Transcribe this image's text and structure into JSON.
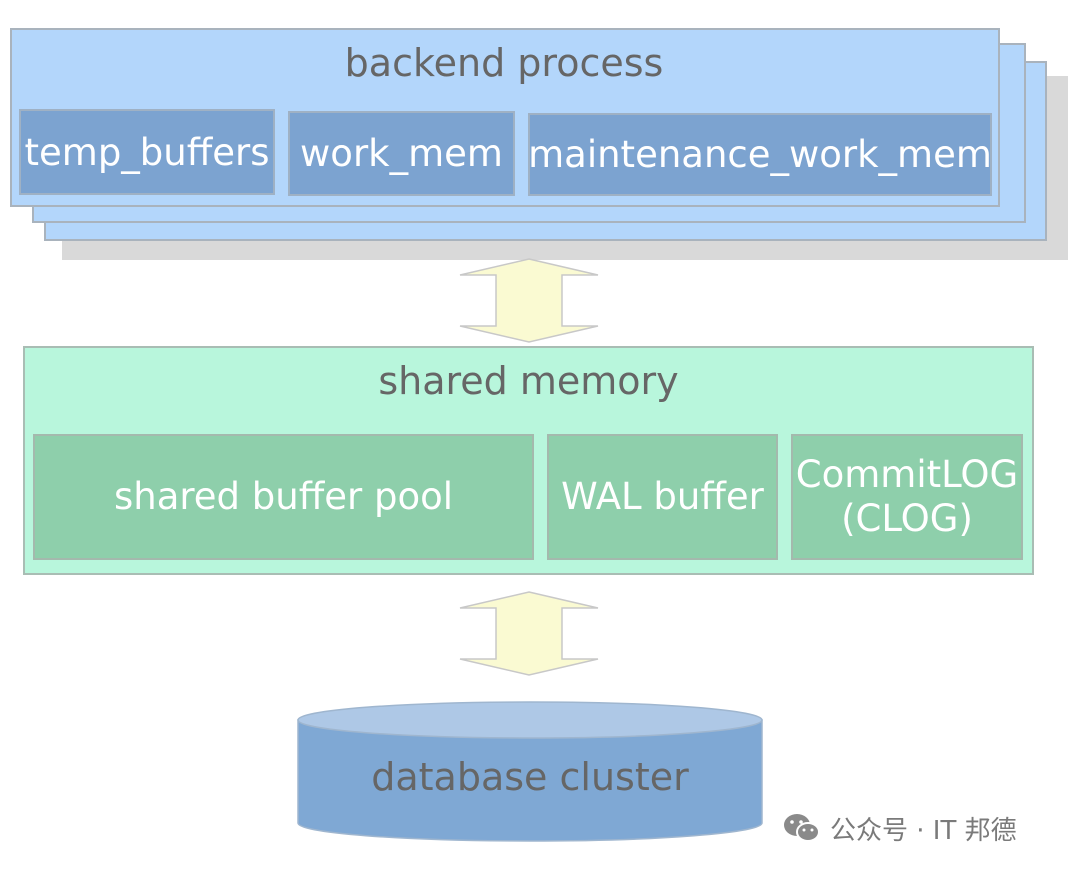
{
  "backend": {
    "title": "backend process",
    "boxes": [
      "temp_buffers",
      "work_mem",
      "maintenance_work_mem"
    ]
  },
  "shared": {
    "title": "shared memory",
    "pool": "shared buffer pool",
    "wal": "WAL buffer",
    "clog_line1": "CommitLOG",
    "clog_line2": "(CLOG)"
  },
  "database": {
    "label": "database cluster"
  },
  "watermark": {
    "text": "公众号 · IT 邦德"
  },
  "colors": {
    "backend_fill": "#b3d6fb",
    "backend_box": "#7ca3d0",
    "shared_fill": "#b8f6dc",
    "shared_box": "#8ecfab",
    "arrow_fill": "#fafad2",
    "cylinder_body": "#7fa8d4",
    "cylinder_top": "#aec8e6"
  },
  "icons": {
    "arrows": "double-vertical-arrow-icon",
    "database": "database-cylinder-icon",
    "watermark": "wechat-icon"
  }
}
